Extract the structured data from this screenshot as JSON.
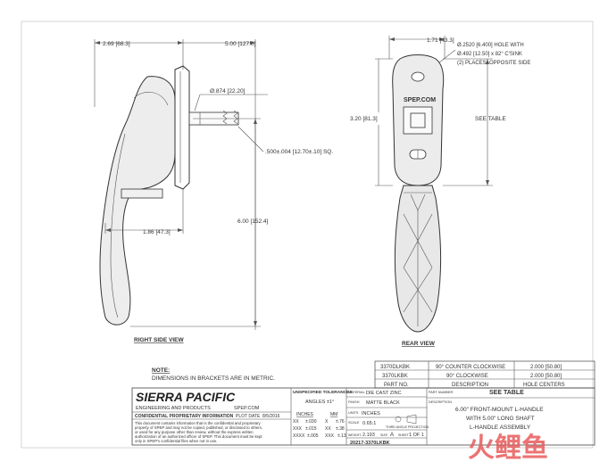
{
  "views": {
    "right_side": {
      "label": "RIGHT SIDE VIEW",
      "dim_top_left": "2.69 [68.3]",
      "dim_top_right": "5.00 [127.0]",
      "dim_shaft_dia": "Ø.874 [22.20]",
      "dim_square": ".500±.004 [12.70±.10] SQ.",
      "dim_handle_offset": "1.86 [47.3]",
      "dim_handle_length": "6.00 [152.4]"
    },
    "rear": {
      "label": "REAR VIEW",
      "dim_width": "1.71 [43.3]",
      "hole_note_1": "Ø.2520 [6.400] HOLE WITH",
      "hole_note_2": "Ø.492 [12.50] x 82° C'SINK",
      "hole_note_3": "(2) PLACES, OPPOSITE SIDE",
      "dim_height": "3.20 [81.3]",
      "see_table": "SEE TABLE",
      "brand_mark": "SPEP.COM"
    }
  },
  "notes": {
    "title": "NOTE:",
    "text": "DIMENSIONS IN BRACKETS ARE IN METRIC."
  },
  "parts_table": {
    "rows": [
      [
        "3370DLKBK",
        "90° COUNTER CLOCKWISE",
        "2.000 [50.80]"
      ],
      [
        "3370LKBK",
        "90° CLOCKWISE",
        "2.000 [50.80]"
      ]
    ],
    "header": [
      "PART NO.",
      "DESCRIPTION",
      "HOLE CENTERS"
    ]
  },
  "title_block": {
    "company": "SIERRA PACIFIC",
    "subtitle": "ENGINEERING AND PRODUCTS",
    "website": "SPEP.COM",
    "confidential": "CONFIDENTIAL PROPRIETARY INFORMATION",
    "plot_date_label": "PLOT DATE",
    "plot_date": "8/5/2016",
    "legal": [
      "This document contains information that is the confidential and proprietary",
      "property of SPEP and may not be copied, published, or disclosed to others,",
      "or used for any purpose other than review, without the express written",
      "authorization of an authorized officer of SPEP. This document must be kept",
      "only in SPEP's confidential files when not in use."
    ],
    "tol_header": "UNSPECIFIED TOLERANCES",
    "angles": "ANGLES ±1°",
    "inches_label": "INCHES",
    "mm_label": "MM",
    "tol_rows": [
      [
        "XX",
        "±.030",
        "X",
        "±.76"
      ],
      [
        "XXX",
        "±.015",
        "XX",
        "±.38"
      ],
      [
        "XXXX",
        "±.005",
        "XXX",
        "±.13"
      ]
    ],
    "material_label": "MATERIAL",
    "material": "DIE CAST ZINC",
    "finish_label": "FINISH",
    "finish": "MATTE BLACK",
    "units_label": "UNITS",
    "units": "INCHES",
    "scale_label": "SCALE",
    "scale": "0.65:1",
    "projection": "THIRD ANGLE PROJECTION",
    "weight_label": "WEIGHT",
    "weight": "2.193",
    "size_label": "SIZE",
    "size": "A",
    "sheet_label": "SHEET",
    "sheet": "1 OF 1",
    "part_number_label": "PART NUMBER",
    "part_number_value": "SEE TABLE",
    "description_label": "DESCRIPTION",
    "description": [
      "6.00\" FRONT-MOUNT L-HANDLE",
      "WITH 5.00\" LONG SHAFT",
      "L-HANDLE ASSEMBLY"
    ],
    "drawing_number": "20217-3370LKBK"
  },
  "watermark": "火鲤鱼"
}
